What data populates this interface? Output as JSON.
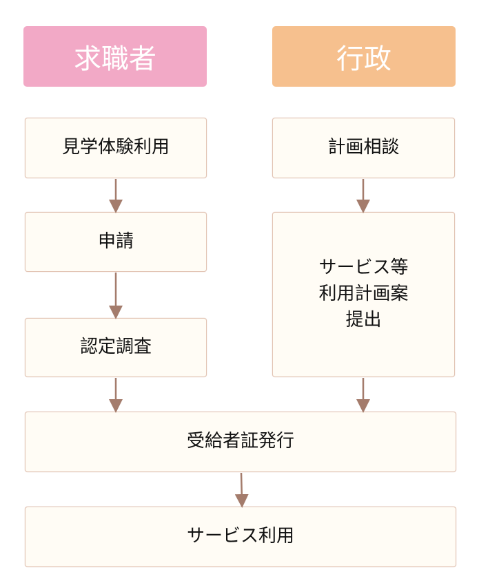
{
  "colors": {
    "jobseeker": "#f2a9c6",
    "admin": "#f6c08e",
    "arrow": "#a47c6c"
  },
  "headers": {
    "jobseeker": "求職者",
    "admin": "行政"
  },
  "steps": {
    "visit": "見学体験利用",
    "apply": "申請",
    "survey": "認定調査",
    "consult": "計画相談",
    "plan_line1": "サービス等",
    "plan_line2": "利用計画案",
    "plan_line3": "提出",
    "certificate": "受給者証発行",
    "use": "サービス利用"
  }
}
